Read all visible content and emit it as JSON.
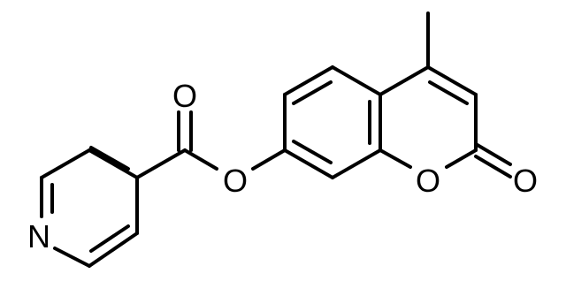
{
  "molecule": {
    "atom_labels": {
      "pyridine_nitrogen": "N",
      "carbonyl_oxygen_ester": "O",
      "ester_oxygen": "O",
      "ring_oxygen": "O",
      "lactone_oxygen": "O"
    },
    "colors": {
      "bond": "#000000",
      "label": "#000000",
      "background": "#ffffff"
    }
  }
}
